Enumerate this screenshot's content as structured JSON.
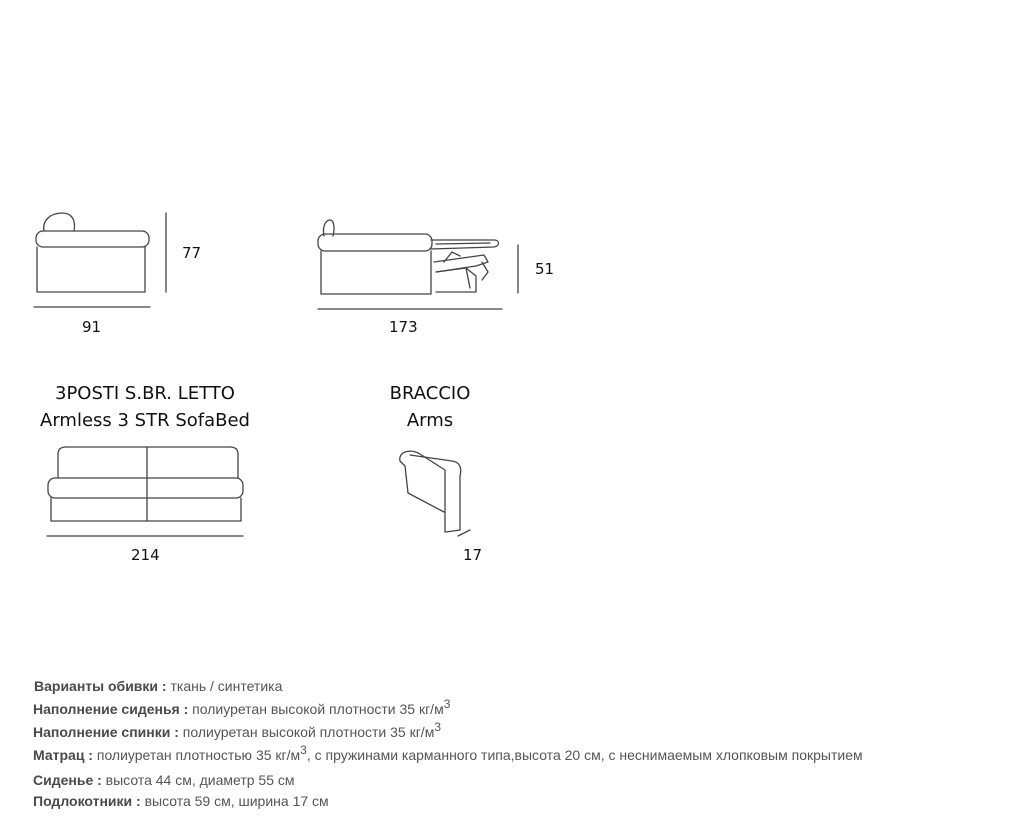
{
  "dimensions": {
    "side_depth": "91",
    "side_height": "77",
    "bed_length": "173",
    "bed_height": "51",
    "front_width": "214",
    "arm_width": "17"
  },
  "captions": {
    "sofabed_it": "3POSTI S.BR. LETTO",
    "sofabed_en": "Armless 3 STR SofaBed",
    "arm_it": "BRACCIO",
    "arm_en": "Arms"
  },
  "specs": {
    "upholstery": {
      "label": "Варианты обивки :",
      "value": " ткань / синтетика"
    },
    "seat_filling": {
      "label": "Наполнение сиденья :",
      "value": "  полиуретан высокой плотности 35 кг/м",
      "sup": "3"
    },
    "back_filling": {
      "label": "Наполнение спинки :",
      "value": " полиуретан высокой плотности 35 кг/м",
      "sup": "3"
    },
    "mattress": {
      "label": "Матрац :",
      "value": " полиуретан плотностью 35 кг/м",
      "sup": "3",
      "value2": ", с пружинами карманного типа,высота 20 см, с неснимаемым хлопковым покрытием"
    },
    "seat": {
      "label": "Сиденье :",
      "value": " высота 44 см, диаметр 55 см"
    },
    "armrests": {
      "label": "Подлокотники :",
      "value": " высота 59 см, ширина 17 см"
    }
  },
  "colors": {
    "line": "#444444",
    "label": "#4a4a4a",
    "text": "#555555"
  }
}
